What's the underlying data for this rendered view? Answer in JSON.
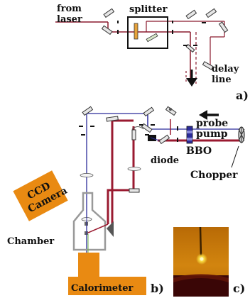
{
  "labels": {
    "from_laser": "from\nlaser",
    "splitter": "splitter",
    "delay_line": "delay\nline",
    "panel_a": "a)",
    "probe": "probe",
    "pump": "pump",
    "diode": "diode",
    "bbo": "BBO",
    "chopper": "Chopper",
    "ccd_camera": "CCD\nCamera",
    "chamber": "Chamber",
    "calorimeter": "Calorimeter",
    "panel_b": "b)",
    "panel_c": "c)"
  },
  "colors": {
    "probe_beam": "#2b2b9a",
    "pump_beam": "#9a1a30",
    "camera": "#e98a12",
    "calorimeter": "#e98a12",
    "photo_background": "#c8780a",
    "photo_liquid": "#3a0606"
  },
  "icons": [
    "mirror-icon",
    "lens-icon",
    "arrow-down-icon",
    "arrow-left-icon",
    "chopper-icon",
    "photo-droplet"
  ]
}
